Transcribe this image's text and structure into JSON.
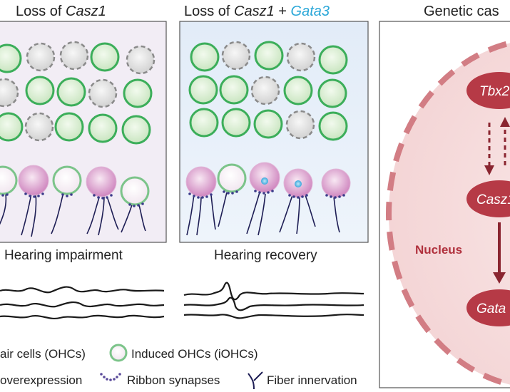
{
  "panels": {
    "left": {
      "title_main": "Loss of ",
      "title_gene": "Casz1",
      "caption": "Hearing impairment"
    },
    "middle": {
      "title_main": "Loss of ",
      "title_gene": "Casz1",
      "title_plus": " + ",
      "title_gene2": "Gata3",
      "caption": "Hearing recovery"
    },
    "right": {
      "title": "Genetic cas",
      "nucleus_label": "Nucleus",
      "genes": [
        "Tbx2",
        "Casz1",
        "Gata"
      ]
    }
  },
  "legend": {
    "ohc": "air cells (OHCs)",
    "iohc": "Induced OHCs (iOHCs)",
    "overexpression": "overexpression",
    "ribbon": "Ribbon synapses",
    "fiber": "Fiber innervation"
  },
  "colors": {
    "ohc_ring": "#3cae5a",
    "ohc_fill": "#cfe8c6",
    "lost_ring": "#8a8a8a",
    "lost_fill": "#dcdcdc",
    "ihc_fill": "#d88fc8",
    "synapse": "#3b3b8a",
    "fiber": "#1e1e55",
    "left_bg": "#f1ecf4",
    "middle_bg": "#e7f0fa",
    "accent_blue": "#2aa7d8",
    "gene_ellipse": "#b63a46",
    "nucleus_bg": "#f6dede",
    "nucleus_dash": "#d8888e"
  }
}
